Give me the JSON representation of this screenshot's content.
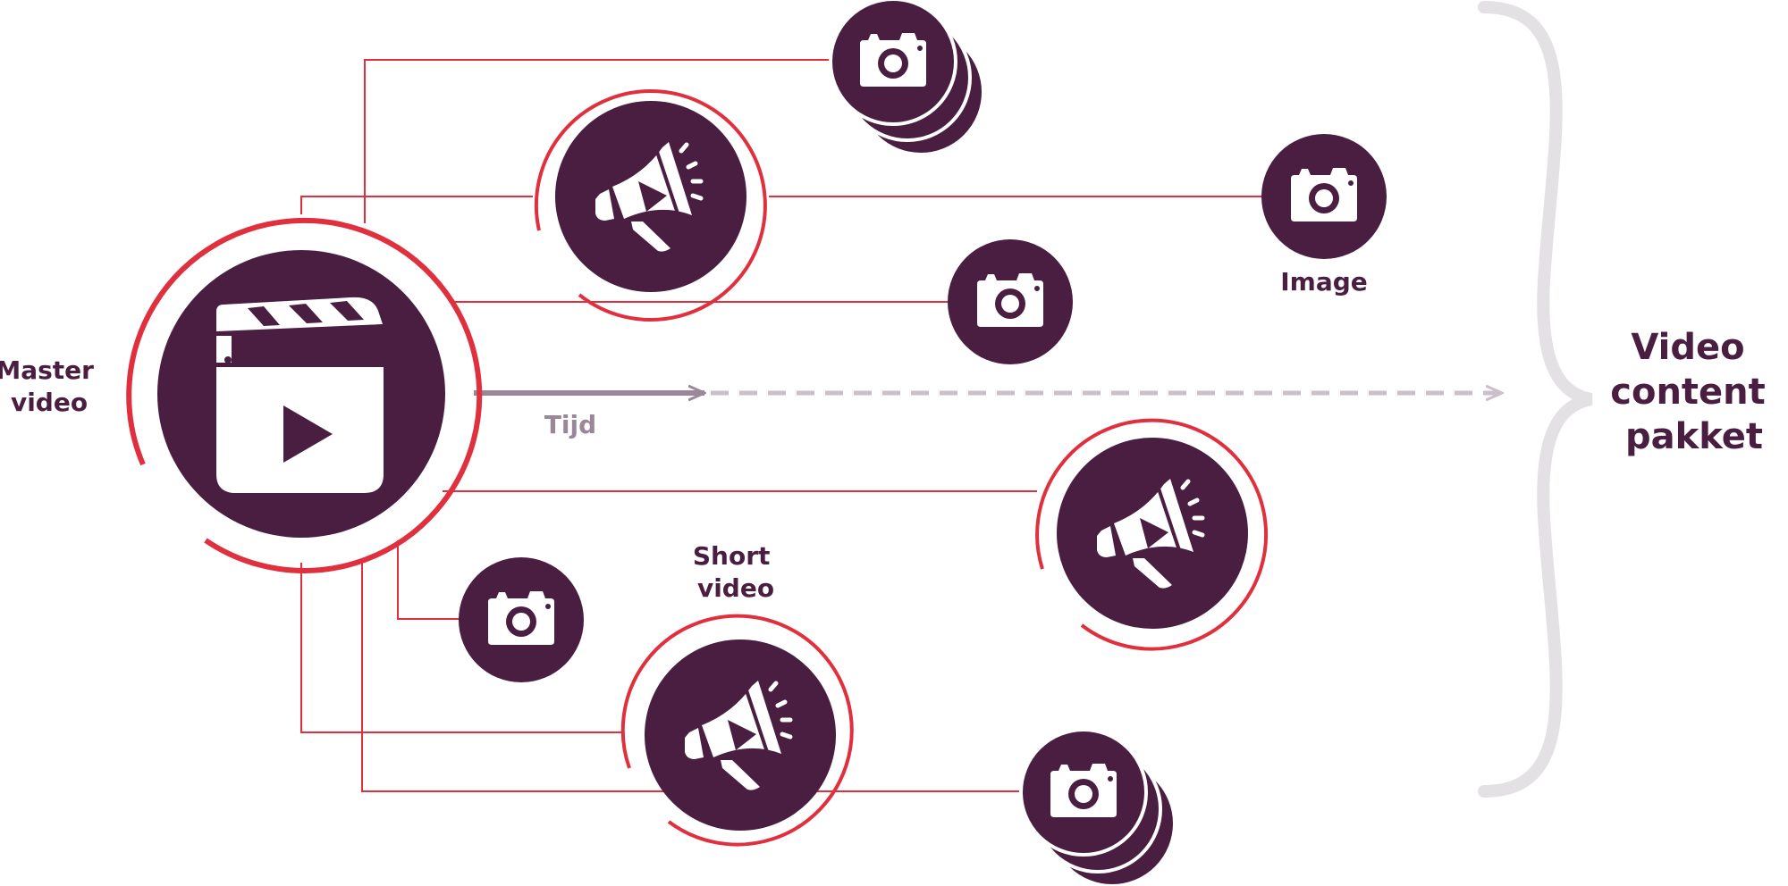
{
  "labels": {
    "master_line1": "Master",
    "master_line2": "video",
    "time": "Tijd",
    "image": "Image",
    "short_line1": "Short",
    "short_line2": "video",
    "result_line1": "Video",
    "result_line2": "content",
    "result_line3": "pakket"
  },
  "nodes": {
    "master": "clapperboard-icon",
    "short_video": "megaphone-play-icon",
    "image": "camera-icon",
    "image_stack": "camera-stack-icon"
  },
  "colors": {
    "node_fill": "#4a1e41",
    "accent_red": "#e0303e",
    "connector": "#e0303e",
    "time_arrow": "#9a8898",
    "dashed_arrow": "#cbbfca",
    "brace": "#e4e1e4",
    "icon_white": "#ffffff"
  }
}
